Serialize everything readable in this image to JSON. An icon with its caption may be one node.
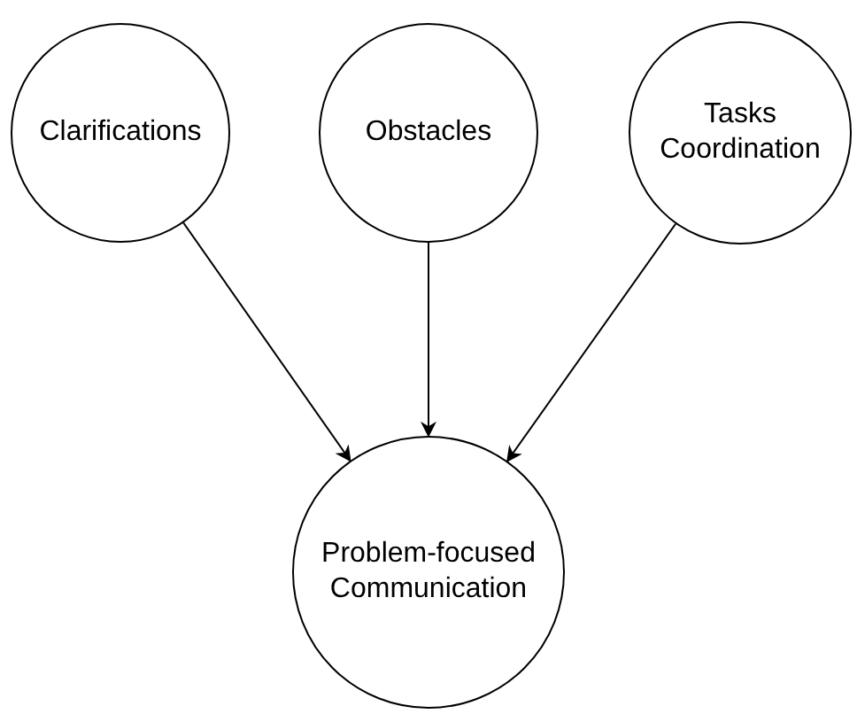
{
  "diagram": {
    "nodes": [
      {
        "text": [
          "Clarifications"
        ]
      },
      {
        "text": [
          "Obstacles"
        ]
      },
      {
        "text": [
          "Tasks Coordination"
        ]
      },
      {
        "text": [
          "Problem-focused Communication"
        ]
      }
    ],
    "edges": [
      {
        "from": 0,
        "to": 3,
        "arrow": "to"
      },
      {
        "from": 1,
        "to": 3,
        "arrow": "to"
      },
      {
        "from": 2,
        "to": 3,
        "arrow": "to"
      }
    ]
  }
}
